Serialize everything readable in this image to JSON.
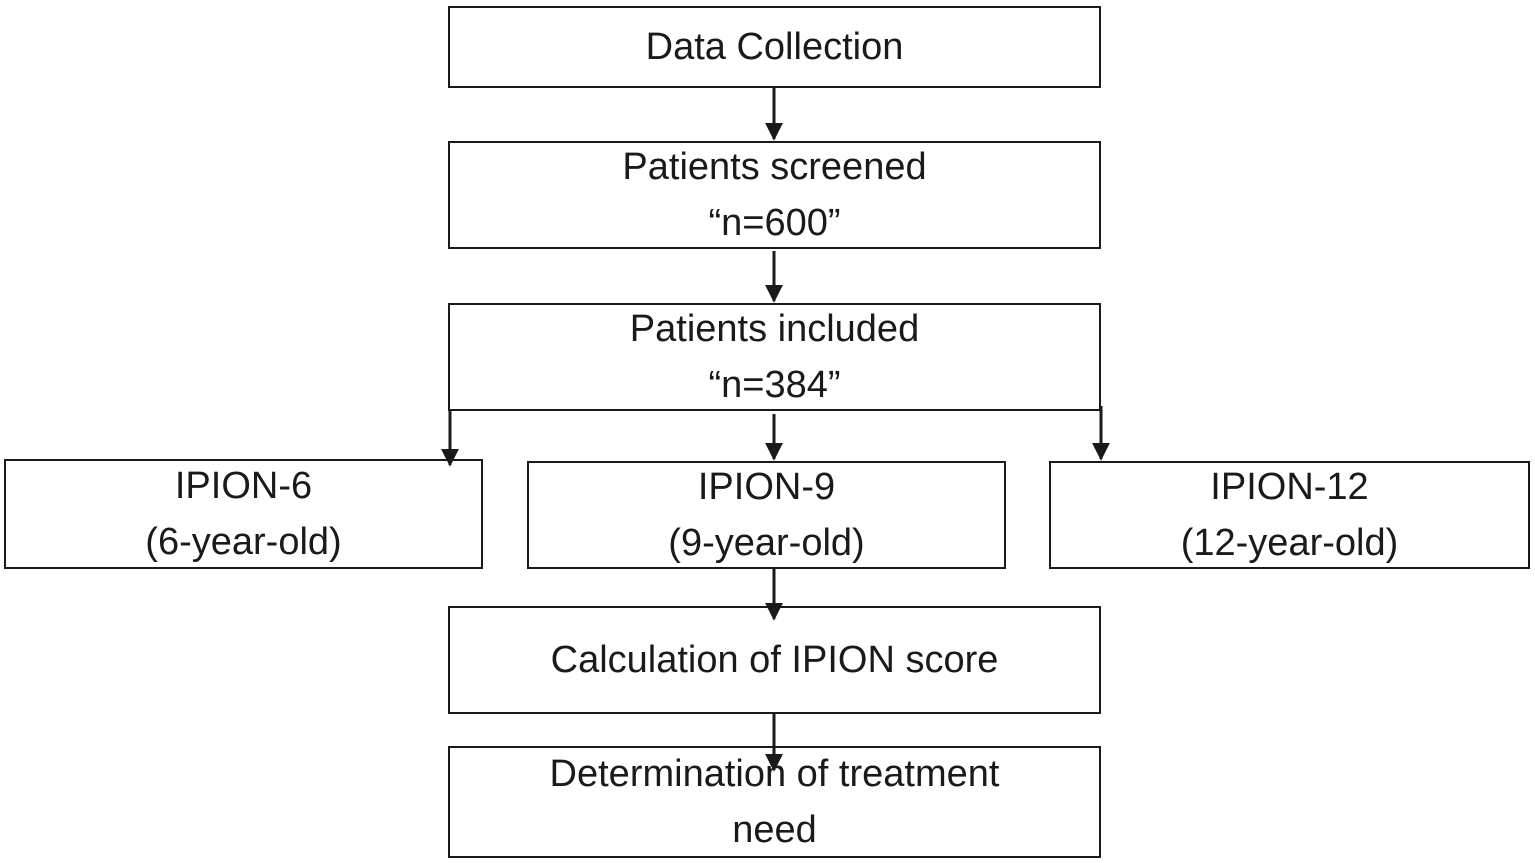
{
  "flowchart": {
    "nodes": [
      {
        "id": "data-collection",
        "lines": [
          "Data Collection"
        ]
      },
      {
        "id": "patients-screened",
        "lines": [
          "Patients screened",
          "“n=600”"
        ]
      },
      {
        "id": "patients-included",
        "lines": [
          "Patients included",
          "“n=384”"
        ]
      },
      {
        "id": "ipion-6",
        "lines": [
          "IPION-6",
          "(6-year-old)"
        ]
      },
      {
        "id": "ipion-9",
        "lines": [
          "IPION-9",
          "(9-year-old)"
        ]
      },
      {
        "id": "ipion-12",
        "lines": [
          "IPION-12",
          "(12-year-old)"
        ]
      },
      {
        "id": "calculation",
        "lines": [
          "Calculation of IPION score"
        ]
      },
      {
        "id": "determination",
        "lines": [
          "Determination of treatment",
          "need"
        ]
      }
    ],
    "edges": [
      {
        "from": "data-collection",
        "to": "patients-screened"
      },
      {
        "from": "patients-screened",
        "to": "patients-included"
      },
      {
        "from": "patients-included",
        "to": "ipion-6"
      },
      {
        "from": "patients-included",
        "to": "ipion-9"
      },
      {
        "from": "patients-included",
        "to": "ipion-12"
      },
      {
        "from": "ipion-9",
        "to": "calculation"
      },
      {
        "from": "calculation",
        "to": "determination"
      }
    ]
  }
}
